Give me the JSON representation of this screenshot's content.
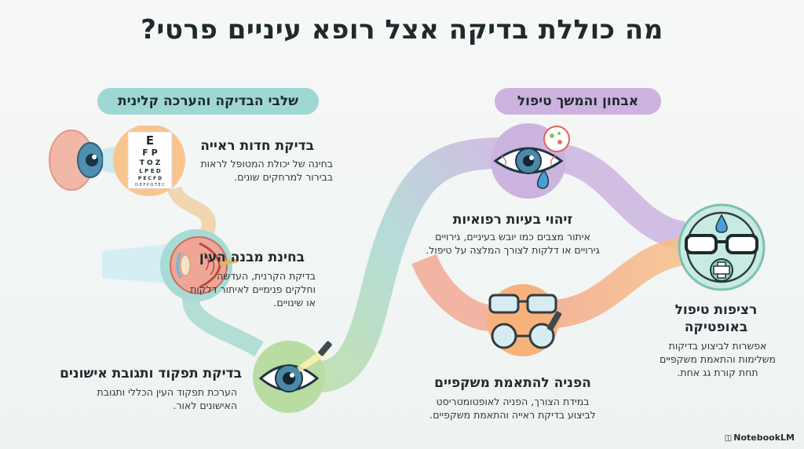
{
  "title": "מה כוללת בדיקה אצל רופא עיניים פרטי?",
  "sections": {
    "left_header": "שלבי הבדיקה והערכה קלינית",
    "right_header": "אבחון והמשך טיפול"
  },
  "steps": [
    {
      "title": "בדיקת חדות ראייה",
      "desc_lines": [
        "בחינה של יכולת המטופל לראות",
        "בבירור למרחקים שונים."
      ],
      "chart_rows": [
        "E",
        "F P",
        "T O Z",
        "L P E D",
        "P E C F D",
        "D E F P O T E C"
      ]
    },
    {
      "title": "בחינת מבנה העין",
      "desc_lines": [
        "בדיקת הקרנית, העדשה",
        "וחלקים פנימיים לאיתור דלקות",
        "או שינויים."
      ]
    },
    {
      "title": "בדיקת תפקוד ותגובת אישונים",
      "desc_lines": [
        "הערכת תפקוד העין הכללי ותגובת",
        "האישונים לאור."
      ]
    }
  ],
  "outcomes": [
    {
      "title": "זיהוי בעיות רפואיות",
      "desc_lines": [
        "איתור מצבים כמו יובש בעיניים, גירויים",
        "גירויים או דלקות לצורך המלצה על טיפול."
      ]
    },
    {
      "title": "הפניה להתאמת משקפיים",
      "desc_lines": [
        "במידת הצורך, הפניה לאופטומטריסט",
        "לביצוע בדיקת ראייה והתאמת משקפיים."
      ]
    }
  ],
  "final": {
    "title_lines": [
      "רציפות טיפול",
      "באופטיקה"
    ],
    "desc_lines": [
      "אפשרות לביצוע בדיקות",
      "משלימות והתאמת משקפיים",
      "תחת קורת גג אחת."
    ]
  },
  "branding": "NotebookLM",
  "colors": {
    "teal": "#9fd8d2",
    "purple": "#cdb2e0",
    "orange": "#f6b27e",
    "green": "#b9dc9e"
  }
}
